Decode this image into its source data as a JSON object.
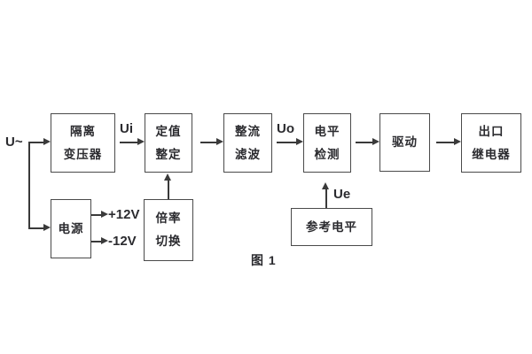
{
  "figure": {
    "caption": "图 1",
    "background_color": "#ffffff",
    "line_color": "#3a3a3a",
    "box_border_color": "#4a4a4a",
    "text_color": "#2b2b2f"
  },
  "blocks": [
    {
      "id": "isolation-transformer",
      "lines": [
        "隔离",
        "变压器"
      ]
    },
    {
      "id": "setpoint-setting",
      "lines": [
        "定值",
        "整定"
      ]
    },
    {
      "id": "rectifier-filter",
      "lines": [
        "整流",
        "滤波"
      ]
    },
    {
      "id": "level-detection",
      "lines": [
        "电平",
        "检测"
      ]
    },
    {
      "id": "drive",
      "lines": [
        "驱动"
      ]
    },
    {
      "id": "output-relay",
      "lines": [
        "出口",
        "继电器"
      ]
    },
    {
      "id": "power-supply",
      "lines": [
        "电源"
      ]
    },
    {
      "id": "ratio-switching",
      "lines": [
        "倍率",
        "切换"
      ]
    },
    {
      "id": "reference-level",
      "lines": [
        "参考电平"
      ]
    }
  ],
  "labels": {
    "input_signal": "U~",
    "ui": "Ui",
    "uo": "Uo",
    "ue": "Ue",
    "supply_positive": "+12V",
    "supply_negative": "-12V"
  }
}
